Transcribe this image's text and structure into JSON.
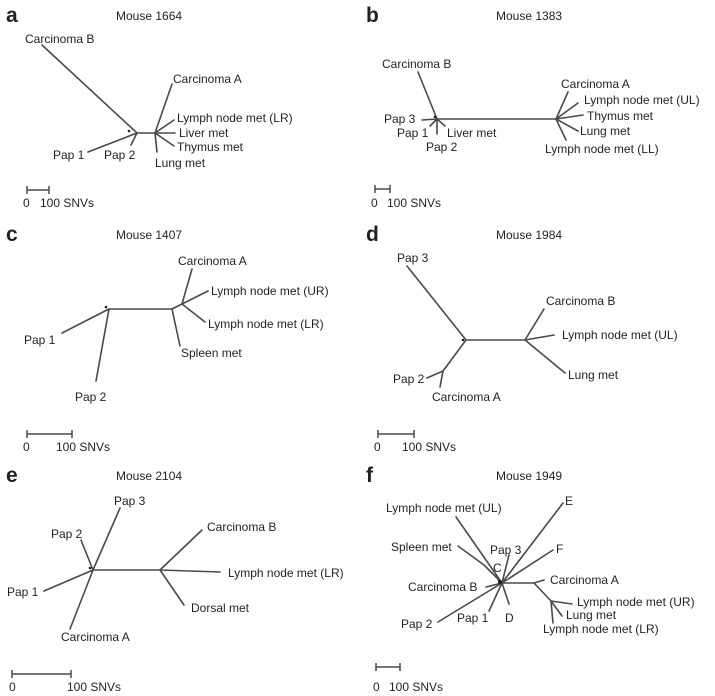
{
  "figure": {
    "scale_unit_label": "100 SNVs",
    "scale_zero_label": "0",
    "panels": [
      {
        "letter": "a",
        "title": "Mouse 1664",
        "leaves": [
          "Carcinoma B",
          "Carcinoma A",
          "Lymph node met (LR)",
          "Liver met",
          "Thymus met",
          "Lung met",
          "Pap 1",
          "Pap 2"
        ]
      },
      {
        "letter": "b",
        "title": "Mouse 1383",
        "leaves": [
          "Carcinoma B",
          "Carcinoma A",
          "Lymph node met (UL)",
          "Thymus met",
          "Lung met",
          "Lymph node met (LL)",
          "Pap 3",
          "Pap 1",
          "Pap 2",
          "Liver met"
        ]
      },
      {
        "letter": "c",
        "title": "Mouse 1407",
        "leaves": [
          "Carcinoma A",
          "Lymph node met (UR)",
          "Lymph node met (LR)",
          "Spleen met",
          "Pap 1",
          "Pap 2"
        ]
      },
      {
        "letter": "d",
        "title": "Mouse 1984",
        "leaves": [
          "Pap 3",
          "Carcinoma B",
          "Lymph node met (UL)",
          "Lung met",
          "Pap 2",
          "Carcinoma A"
        ]
      },
      {
        "letter": "e",
        "title": "Mouse 2104",
        "leaves": [
          "Pap 3",
          "Pap 2",
          "Carcinoma B",
          "Lymph node met (LR)",
          "Pap 1",
          "Dorsal met",
          "Carcinoma A"
        ]
      },
      {
        "letter": "f",
        "title": "Mouse 1949",
        "leaves": [
          "E",
          "Lymph node met (UL)",
          "Spleen met",
          "Pap 3",
          "F",
          "C",
          "Carcinoma B",
          "Carcinoma A",
          "Lymph node met (UR)",
          "Lung met",
          "Lymph node met (LR)",
          "Pap 2",
          "Pap 1",
          "D"
        ]
      }
    ]
  }
}
